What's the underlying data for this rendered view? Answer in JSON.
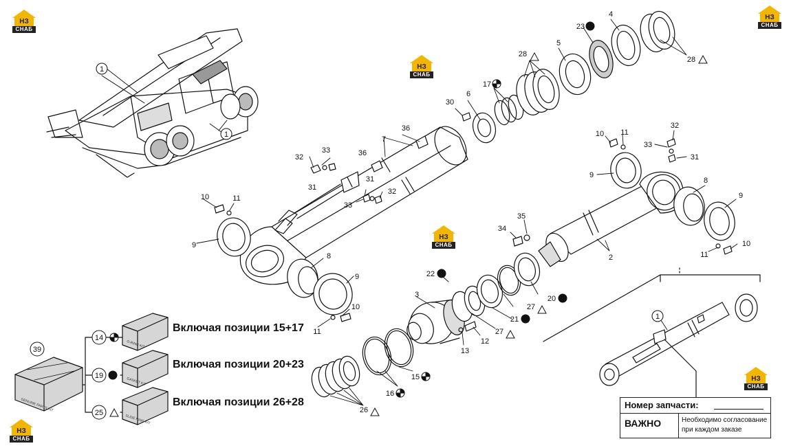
{
  "logo": {
    "line1": "НЗ",
    "line2": "СНАБ"
  },
  "callouts": [
    {
      "id": "c1a",
      "text": "1"
    },
    {
      "id": "c1b",
      "text": "1"
    },
    {
      "id": "c1c",
      "text": "1"
    },
    {
      "id": "c2",
      "text": "2"
    },
    {
      "id": "c3",
      "text": "3"
    },
    {
      "id": "c4",
      "text": "4"
    },
    {
      "id": "c5",
      "text": "5"
    },
    {
      "id": "c6",
      "text": "6"
    },
    {
      "id": "c7",
      "text": "7"
    },
    {
      "id": "c8a",
      "text": "8"
    },
    {
      "id": "c8b",
      "text": "8"
    },
    {
      "id": "c9a",
      "text": "9"
    },
    {
      "id": "c9b",
      "text": "9"
    },
    {
      "id": "c9c",
      "text": "9"
    },
    {
      "id": "c9d",
      "text": "9"
    },
    {
      "id": "c10a",
      "text": "10"
    },
    {
      "id": "c10b",
      "text": "10"
    },
    {
      "id": "c10c",
      "text": "10"
    },
    {
      "id": "c10d",
      "text": "10"
    },
    {
      "id": "c11a",
      "text": "11"
    },
    {
      "id": "c11b",
      "text": "11"
    },
    {
      "id": "c11c",
      "text": "11"
    },
    {
      "id": "c11d",
      "text": "11"
    },
    {
      "id": "c12",
      "text": "12"
    },
    {
      "id": "c13",
      "text": "13"
    },
    {
      "id": "c14",
      "text": "14"
    },
    {
      "id": "c15",
      "text": "15"
    },
    {
      "id": "c16",
      "text": "16"
    },
    {
      "id": "c17",
      "text": "17"
    },
    {
      "id": "c19",
      "text": "19"
    },
    {
      "id": "c20",
      "text": "20"
    },
    {
      "id": "c21",
      "text": "21"
    },
    {
      "id": "c22",
      "text": "22"
    },
    {
      "id": "c23",
      "text": "23"
    },
    {
      "id": "c25",
      "text": "25"
    },
    {
      "id": "c26",
      "text": "26"
    },
    {
      "id": "c27a",
      "text": "27"
    },
    {
      "id": "c27b",
      "text": "27"
    },
    {
      "id": "c28a",
      "text": "28"
    },
    {
      "id": "c28b",
      "text": "28"
    },
    {
      "id": "c30",
      "text": "30"
    },
    {
      "id": "c31a",
      "text": "31"
    },
    {
      "id": "c31b",
      "text": "31"
    },
    {
      "id": "c31c",
      "text": "31"
    },
    {
      "id": "c32a",
      "text": "32"
    },
    {
      "id": "c32b",
      "text": "32"
    },
    {
      "id": "c32c",
      "text": "32"
    },
    {
      "id": "c33a",
      "text": "33"
    },
    {
      "id": "c33b",
      "text": "33"
    },
    {
      "id": "c33c",
      "text": "33"
    },
    {
      "id": "c34",
      "text": "34"
    },
    {
      "id": "c35",
      "text": "35"
    },
    {
      "id": "c36a",
      "text": "36"
    },
    {
      "id": "c36b",
      "text": "36"
    },
    {
      "id": "c39",
      "text": "39"
    }
  ],
  "kits": {
    "kit14": "Включая позиции 15+17",
    "kit19": "Включая позиции 20+23",
    "kit25": "Включая позиции 26+28"
  },
  "box_labels": {
    "main": "GENUINE PARTS KIT",
    "o_ring": "O-RING KIT",
    "gasket": "GASKET KIT",
    "slide": "SLIDE RING KIT"
  },
  "info": {
    "part_label": "Номер запчасти:",
    "important_label": "ВАЖНО",
    "important_line1": "Необходимо согласование",
    "important_line2": "при каждом заказе"
  }
}
